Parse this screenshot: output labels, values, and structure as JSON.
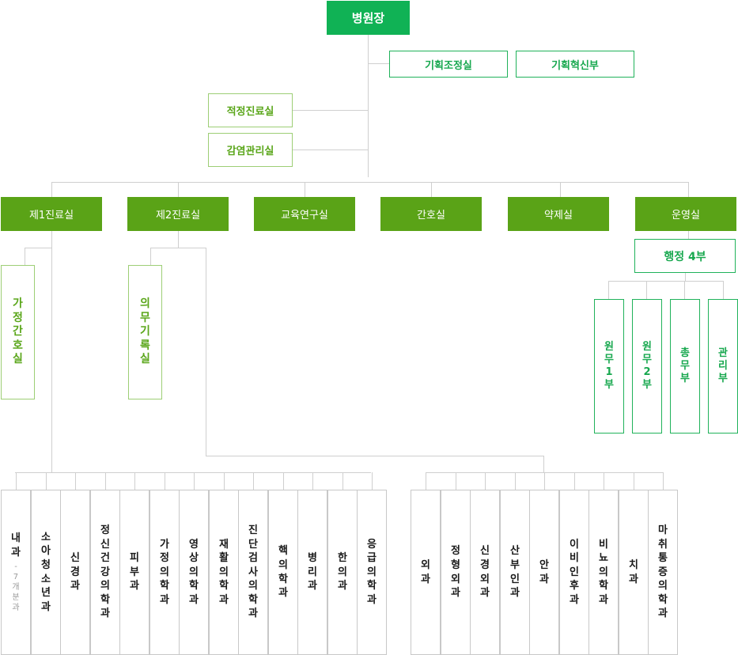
{
  "director": "병원장",
  "staff_right": [
    "기획조정실",
    "기획혁신부"
  ],
  "staff_left": [
    "적정진료실",
    "감염관리실"
  ],
  "departments": [
    "제1진료실",
    "제2진료실",
    "교육연구실",
    "간호실",
    "약제실",
    "운영실"
  ],
  "home_nursing": "가정간호실",
  "medical_records": "의무기록실",
  "admin_division": "행정 4부",
  "admin_units": [
    "원무1부",
    "원무2부",
    "총무부",
    "관리부"
  ],
  "clinic1_depts": [
    "내과",
    "소아청소년과",
    "신경과",
    "정신건강의학과",
    "피부과",
    "가정의학과",
    "영상의학과",
    "재활의학과",
    "진단검사의학과",
    "핵의학과",
    "병리과",
    "한의과",
    "응급의학과"
  ],
  "internal_medicine_note": "-7개분과",
  "clinic2_depts": [
    "외과",
    "정형외과",
    "신경외과",
    "산부인과",
    "안과",
    "이비인후과",
    "비뇨의학과",
    "치과",
    "마취통증의학과"
  ],
  "colors": {
    "director": "#10b255",
    "department": "#5aa317",
    "staff_border": "#20b25a",
    "line": "#cfcfcf"
  }
}
